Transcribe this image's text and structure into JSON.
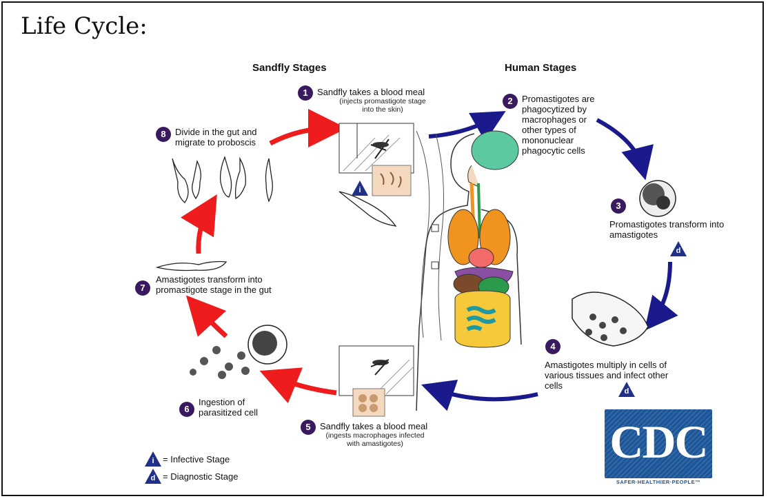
{
  "title": "Life Cycle:",
  "headers": {
    "sandfly": "Sandfly Stages",
    "human": "Human Stages"
  },
  "steps": [
    {
      "n": "1",
      "label": "Sandfly takes a blood meal",
      "sub": "(injects promastigote stage into the skin)"
    },
    {
      "n": "2",
      "label": "Promastigotes are phagocytized by macrophages or other types of mononuclear phagocytic cells"
    },
    {
      "n": "3",
      "label": "Promastigotes transform into amastigotes"
    },
    {
      "n": "4",
      "label": "Amastigotes multiply in cells of various tissues and infect other cells"
    },
    {
      "n": "5",
      "label": "Sandfly takes a blood meal",
      "sub": "(ingests macrophages infected with amastigotes)"
    },
    {
      "n": "6",
      "label": "Ingestion of parasitized cell"
    },
    {
      "n": "7",
      "label": "Amastigotes transform into promastigote stage in  the gut"
    },
    {
      "n": "8",
      "label": "Divide in the gut and migrate to proboscis"
    }
  ],
  "legend": {
    "i_letter": "i",
    "d_letter": "d",
    "infective": "= Infective Stage",
    "diagnostic": "= Diagnostic Stage"
  },
  "logo": {
    "text": "CDC",
    "tagline": "SAFER·HEALTHIER·PEOPLE™"
  },
  "colors": {
    "sandfly_arrows": "#ee1c1c",
    "human_arrows": "#1a1a8c",
    "step_badge": "#3a1a5e",
    "stage_triangle": "#1f2f8a"
  }
}
